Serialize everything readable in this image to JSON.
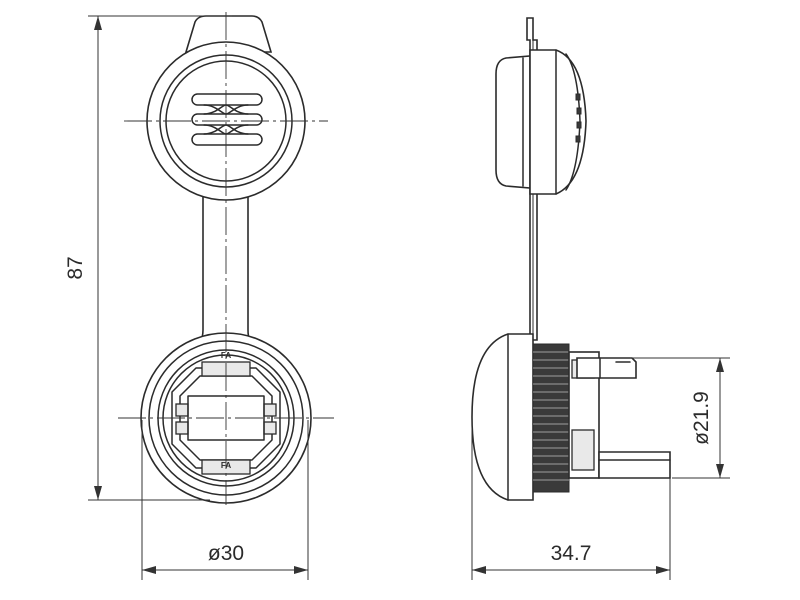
{
  "dimensions": {
    "height": "87",
    "diameter_front": "ø30",
    "diameter_side": "ø21.9",
    "length": "34.7"
  },
  "markings": {
    "top_latch": "FA",
    "bottom_latch": "FA"
  }
}
